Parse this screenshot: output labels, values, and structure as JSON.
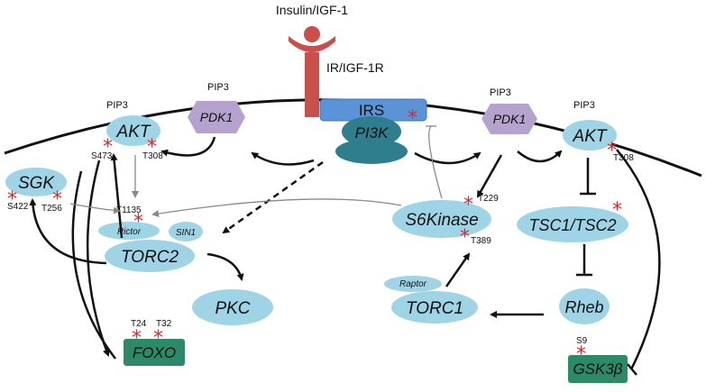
{
  "ligand": "Insulin/IGF-1",
  "receptor": "IR/IGF-1R",
  "pip3_left_1": "PIP3",
  "pip3_left_2": "PIP3",
  "pip3_right_1": "PIP3",
  "pip3_right_2": "PIP3",
  "nodes": {
    "irs": "IRS",
    "pi3k": "PI3K",
    "pdk1_left": "PDK1",
    "pdk1_right": "PDK1",
    "akt_left": "AKT",
    "akt_right": "AKT",
    "sgk": "SGK",
    "rictor": "Rictor",
    "sin1": "SIN1",
    "torc2": "TORC2",
    "pkc": "PKC",
    "foxo": "FOXO",
    "s6kinase": "S6Kinase",
    "raptor": "Raptor",
    "torc1": "TORC1",
    "tsc": "TSC1/TSC2",
    "rheb": "Rheb",
    "gsk3b": "GSK3β"
  },
  "sites": {
    "akt_left_s473": "S473",
    "akt_left_t308": "T308",
    "akt_right_t308": "T308",
    "sgk_s422": "S422",
    "sgk_t256": "T256",
    "torc2_t1135": "T1135",
    "s6k_t229": "T229",
    "s6k_t389": "T389",
    "foxo_t24": "T24",
    "foxo_t32": "T32",
    "gsk3b_s9": "S9"
  },
  "colors": {
    "node_blue": "#9fd3e6",
    "pdk1_purple": "#b5a2ce",
    "receptor_red": "#c9504a",
    "irs_blue": "#5b93d6",
    "pi3k_teal": "#2e7e8e",
    "green_box": "#2d8a67",
    "phospho_star": "#e8202a"
  }
}
